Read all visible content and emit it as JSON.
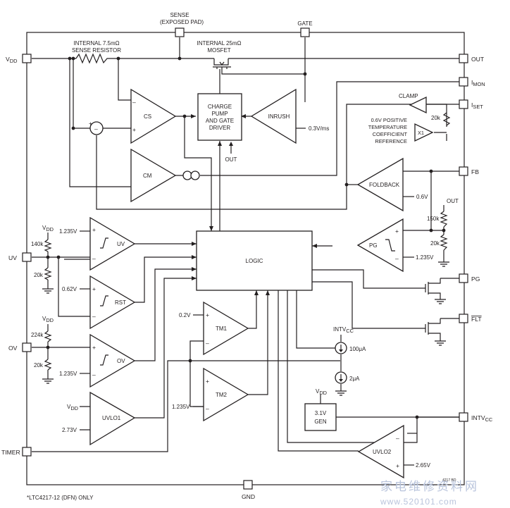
{
  "pins": {
    "vdd": "V",
    "vdd_sub": "DD",
    "out": "OUT",
    "imon": "I",
    "imon_sub": "MON",
    "iset": "I",
    "iset_sub": "SET",
    "fb": "FB",
    "pg": "PG",
    "flt": "FLT",
    "intvcc": "INTV",
    "intvcc_sub": "CC",
    "uv": "UV",
    "ov": "OV",
    "timer": "TIMER",
    "gnd": "GND",
    "sense_line1": "SENSE",
    "sense_line2": "(EXPOSED PAD)",
    "gate": "GATE"
  },
  "labels": {
    "sense_res_line1": "INTERNAL 7.5mΩ",
    "sense_res_line2": "SENSE RESISTOR",
    "mosfet_line1": "INTERNAL 25mΩ",
    "mosfet_line2": "MOSFET",
    "charge_pump_line1": "CHARGE",
    "charge_pump_line2": "PUMP",
    "charge_pump_line3": "AND GATE",
    "charge_pump_line4": "DRIVER",
    "charge_out": "OUT",
    "inrush": "INRUSH",
    "slew": "0.3V/ms",
    "cs": "CS",
    "cm": "CM",
    "clamp": "CLAMP",
    "ref_line1": "0.6V POSITIVE",
    "ref_line2": "TEMPERATURE",
    "ref_line3": "COEFFICIENT",
    "ref_line4": "REFERENCE",
    "x1": "X1",
    "r20k_iset": "20k",
    "foldback": "FOLDBACK",
    "v06": "0.6V",
    "out_divider": "OUT",
    "r150k": "150k",
    "r20k_fb": "20k",
    "pg_comp": "PG",
    "v1235_pg": "1.235V",
    "logic": "LOGIC",
    "uv_comp": "UV",
    "v1235_uv": "1.235V",
    "vdd_uv": "V",
    "vdd_uv_sub": "DD",
    "r140k": "140k",
    "r20k_uv": "20k",
    "rst": "RST",
    "v062": "0.62V",
    "tm1": "TM1",
    "v02": "0.2V",
    "tm2": "TM2",
    "v1235_tm": "1.235V",
    "ov_comp": "OV",
    "vdd_ov": "V",
    "vdd_ov_sub": "DD",
    "r224k": "224k",
    "r20k_ov": "20k",
    "v1235_ov": "1.235V",
    "uvlo1": "UVLO1",
    "vdd_uvlo1": "V",
    "vdd_uvlo1_sub": "DD",
    "v273": "2.73V",
    "intvcc_src": "INTV",
    "intvcc_src_sub": "CC",
    "i100": "100μA",
    "i2": "2μA",
    "vdd_gen": "V",
    "vdd_gen_sub": "DD",
    "gen_line1": "3.1V",
    "gen_line2": "GEN",
    "uvlo2": "UVLO2",
    "v265": "2.65V",
    "footnote": "*LTC4217-12 (DFN) ONLY",
    "fig_code": "4217 BD",
    "watermark_cn": "家电维修资料网",
    "watermark_url": "www.520101.com"
  }
}
